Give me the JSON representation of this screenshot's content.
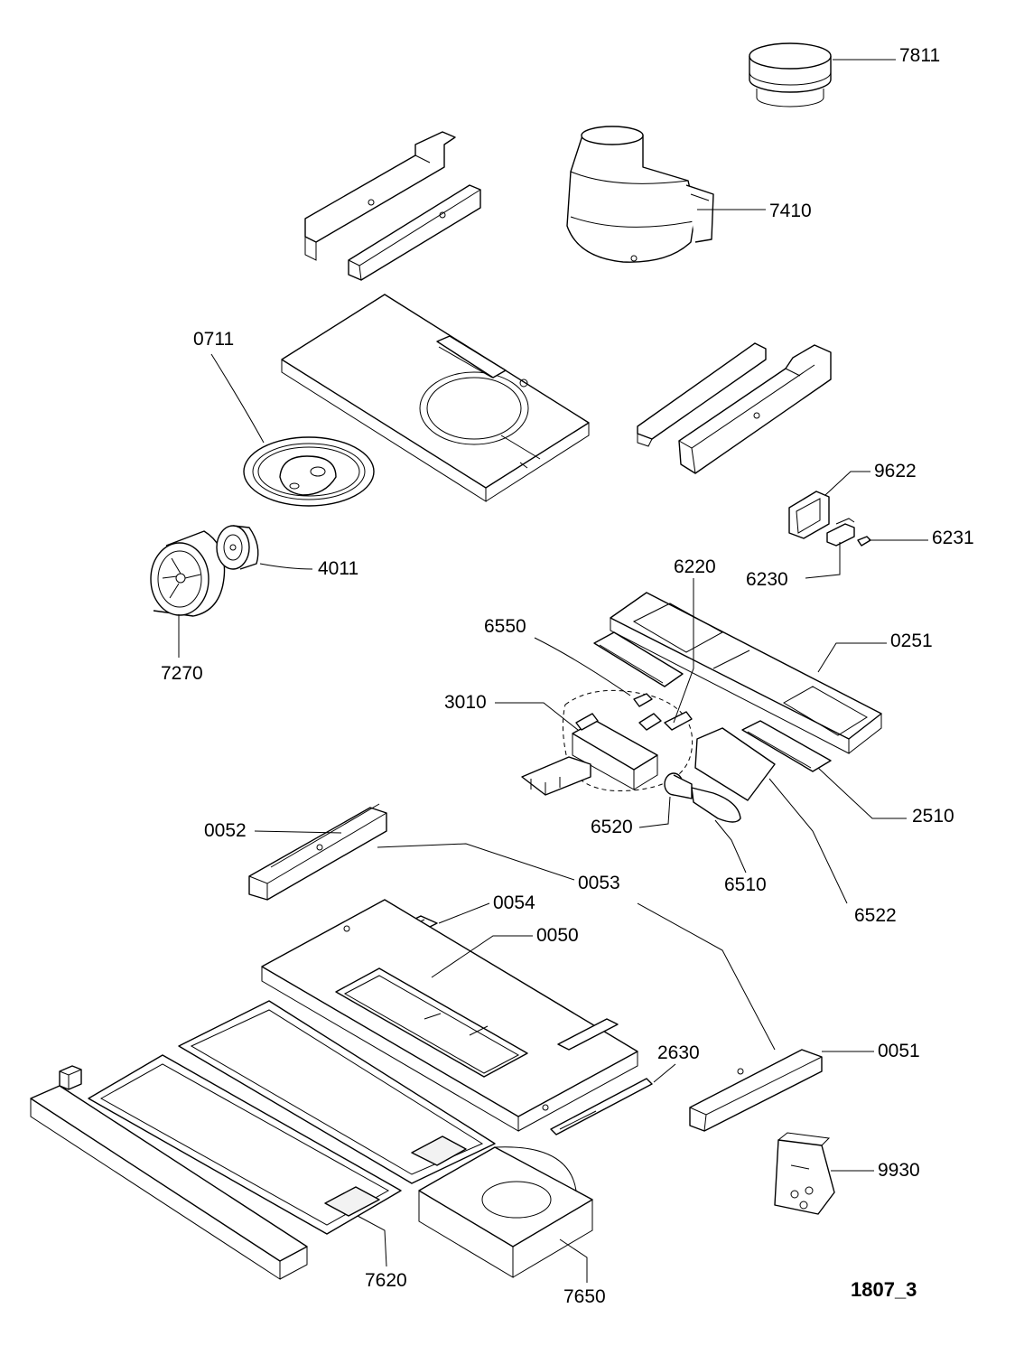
{
  "diagram": {
    "type": "exploded-parts-view",
    "drawing_code": "1807_3",
    "parts": [
      {
        "id": "p7811",
        "number": "7811"
      },
      {
        "id": "p7410",
        "number": "7410"
      },
      {
        "id": "p0711",
        "number": "0711"
      },
      {
        "id": "p4011",
        "number": "4011"
      },
      {
        "id": "p7270",
        "number": "7270"
      },
      {
        "id": "p9622",
        "number": "9622"
      },
      {
        "id": "p6231",
        "number": "6231"
      },
      {
        "id": "p6230",
        "number": "6230"
      },
      {
        "id": "p6220",
        "number": "6220"
      },
      {
        "id": "p6550",
        "number": "6550"
      },
      {
        "id": "p0251",
        "number": "0251"
      },
      {
        "id": "p3010",
        "number": "3010"
      },
      {
        "id": "p2510",
        "number": "2510"
      },
      {
        "id": "p0052",
        "number": "0052"
      },
      {
        "id": "p6520",
        "number": "6520"
      },
      {
        "id": "p0053",
        "number": "0053"
      },
      {
        "id": "p6510",
        "number": "6510"
      },
      {
        "id": "p6522",
        "number": "6522"
      },
      {
        "id": "p0054",
        "number": "0054"
      },
      {
        "id": "p0050",
        "number": "0050"
      },
      {
        "id": "p2630",
        "number": "2630"
      },
      {
        "id": "p0051",
        "number": "0051"
      },
      {
        "id": "p9930",
        "number": "9930"
      },
      {
        "id": "p7620",
        "number": "7620"
      },
      {
        "id": "p7650",
        "number": "7650"
      }
    ]
  }
}
